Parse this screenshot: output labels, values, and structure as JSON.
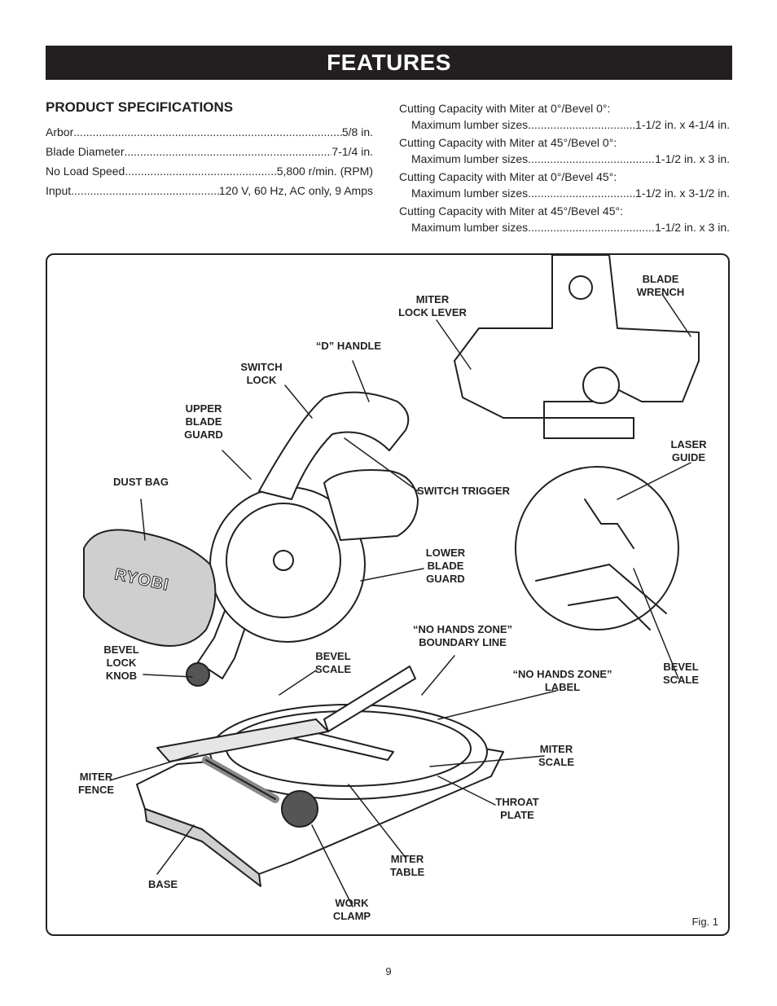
{
  "banner": {
    "title": "FEATURES"
  },
  "specs": {
    "title": "PRODUCT SPECIFICATIONS",
    "rows": [
      {
        "label": "Arbor",
        "value": "5/8 in."
      },
      {
        "label": "Blade Diameter",
        "value": "7-1/4 in."
      },
      {
        "label": "No Load Speed ",
        "value": "5,800 r/min. (RPM)"
      },
      {
        "label": "Input ",
        "value": " 120 V, 60 Hz, AC only, 9 Amps"
      }
    ]
  },
  "capacities": [
    {
      "heading": "Cutting Capacity with Miter at 0°/Bevel 0°:",
      "label": "Maximum lumber sizes ",
      "value": " 1-1/2 in. x 4-1/4 in."
    },
    {
      "heading": "Cutting Capacity with Miter at 45°/Bevel 0°:",
      "label": "Maximum lumber sizes ",
      "value": "1-1/2 in. x 3 in."
    },
    {
      "heading": "Cutting Capacity with Miter at 0°/Bevel 45°:",
      "label": "Maximum lumber sizes ",
      "value": " 1-1/2 in. x 3-1/2 in."
    },
    {
      "heading": "Cutting Capacity with Miter at 45°/Bevel 45°:",
      "label": "Maximum lumber sizes ",
      "value": "1-1/2 in. x 3 in."
    }
  ],
  "figure": {
    "brand_mark": "RYOBI",
    "fig_label": "Fig. 1",
    "callouts": {
      "blade_wrench": "BLADE\nWRENCH",
      "miter_lock_lever": "MITER\nLOCK LEVER",
      "d_handle": "“D” HANDLE",
      "switch_lock": "SWITCH\nLOCK",
      "upper_blade_guard": "UPPER\nBLADE\nGUARD",
      "laser_guide": "LASER\nGUIDE",
      "dust_bag": "DUST BAG",
      "switch_trigger": "SWITCH TRIGGER",
      "lower_blade_guard": "LOWER\nBLADE\nGUARD",
      "no_hands_zone_boundary": "“NO HANDS ZONE”\nBOUNDARY LINE",
      "bevel_lock_knob": "BEVEL\nLOCK\nKNOB",
      "bevel_scale_left": "BEVEL\nSCALE",
      "no_hands_zone_label": "“NO HANDS ZONE”\nLABEL",
      "bevel_scale_right": "BEVEL\nSCALE",
      "miter_scale": "MITER\nSCALE",
      "miter_fence": "MITER\nFENCE",
      "throat_plate": "THROAT\nPLATE",
      "miter_table": "MITER\nTABLE",
      "base": "BASE",
      "work_clamp": "WORK\nCLAMP"
    }
  },
  "page": {
    "number": "9"
  }
}
